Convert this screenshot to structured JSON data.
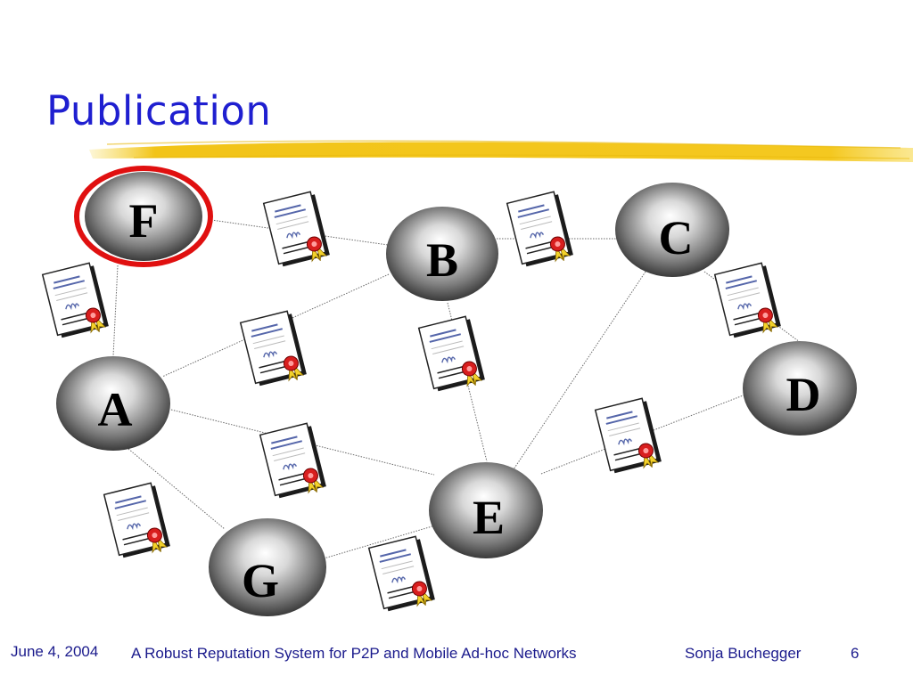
{
  "slide": {
    "title": "Publication",
    "footer": {
      "date": "June 4, 2004",
      "title": "A Robust Reputation System for P2P and   Mobile Ad-hoc Networks",
      "author": "Sonja Buchegger",
      "page": "6"
    }
  },
  "diagram": {
    "nodes": [
      {
        "id": "F",
        "label": "F",
        "highlighted": true
      },
      {
        "id": "B",
        "label": "B",
        "highlighted": false
      },
      {
        "id": "C",
        "label": "C",
        "highlighted": false
      },
      {
        "id": "D",
        "label": "D",
        "highlighted": false
      },
      {
        "id": "A",
        "label": "A",
        "highlighted": false
      },
      {
        "id": "E",
        "label": "E",
        "highlighted": false
      },
      {
        "id": "G",
        "label": "G",
        "highlighted": false
      }
    ],
    "edges": [
      [
        "F",
        "B"
      ],
      [
        "F",
        "A"
      ],
      [
        "B",
        "C"
      ],
      [
        "B",
        "A"
      ],
      [
        "B",
        "E"
      ],
      [
        "C",
        "D"
      ],
      [
        "C",
        "E"
      ],
      [
        "A",
        "E"
      ],
      [
        "A",
        "G"
      ],
      [
        "G",
        "E"
      ],
      [
        "E",
        "D"
      ]
    ],
    "certificate_icon": "certificate-icon",
    "highlight_color": "#e01010",
    "underline_color": "#f2c418"
  }
}
